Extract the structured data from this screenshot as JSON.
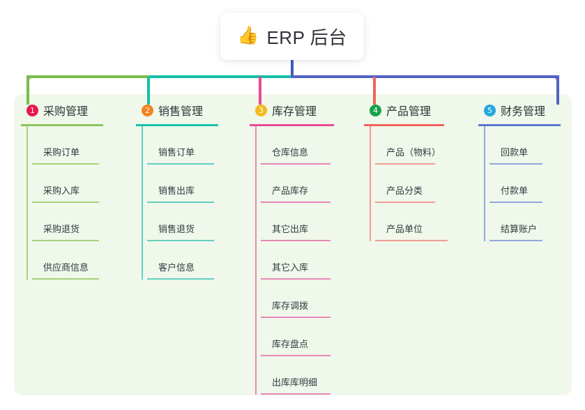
{
  "root": {
    "icon": "thumbs-up-icon",
    "emoji": "👍",
    "title": "ERP 后台"
  },
  "palette": {
    "panel_bg": "#eff8ea",
    "trunk": "#4455c0",
    "bus_green": "#79bd4a",
    "bus_teal": "#15bfa5",
    "bus_blue": "#5161c4",
    "drop_pink": "#ec4899",
    "drop_red": "#f2625c"
  },
  "columns": [
    {
      "number": "1",
      "title": "采购管理",
      "badge_color": "#e8174f",
      "rule_color": "#8cc45e",
      "line_color": "#a8d07c",
      "items": [
        {
          "label": "采购订单"
        },
        {
          "label": "采购入库"
        },
        {
          "label": "采购退货"
        },
        {
          "label": "供应商信息"
        }
      ]
    },
    {
      "number": "2",
      "title": "销售管理",
      "badge_color": "#f5811f",
      "rule_color": "#16c3aa",
      "line_color": "#62cfc1",
      "items": [
        {
          "label": "销售订单"
        },
        {
          "label": "销售出库"
        },
        {
          "label": "销售退货"
        },
        {
          "label": "客户信息"
        }
      ]
    },
    {
      "number": "3",
      "title": "库存管理",
      "badge_color": "#f4b91c",
      "rule_color": "#ec4899",
      "line_color": "#e887b8",
      "items": [
        {
          "label": "仓库信息"
        },
        {
          "label": "产品库存"
        },
        {
          "label": "其它出库"
        },
        {
          "label": "其它入库"
        },
        {
          "label": "库存调拨"
        },
        {
          "label": "库存盘点"
        },
        {
          "label": "出库库明细"
        }
      ]
    },
    {
      "number": "4",
      "title": "产品管理",
      "badge_color": "#16a34a",
      "rule_color": "#f2625c",
      "line_color": "#f49a94",
      "items": [
        {
          "label": "产品（物料）"
        },
        {
          "label": "产品分类"
        },
        {
          "label": "产品单位"
        }
      ]
    },
    {
      "number": "5",
      "title": "财务管理",
      "badge_color": "#23a8e0",
      "rule_color": "#5b78cf",
      "line_color": "#91a6de",
      "items": [
        {
          "label": "回款单"
        },
        {
          "label": "付款单"
        },
        {
          "label": "结算账户"
        }
      ]
    }
  ]
}
